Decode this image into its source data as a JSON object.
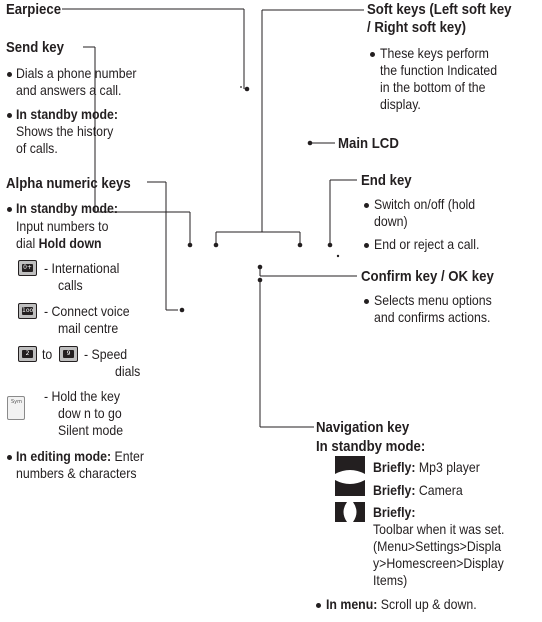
{
  "left": {
    "earpiece": "Earpiece",
    "send_title": "Send key",
    "send_b1": [
      "Dials a phone number",
      "and answers a call."
    ],
    "send_b2_label": "In standby mode:",
    "send_b2_text": [
      "Shows the history",
      "of calls."
    ],
    "alpha_title": "Alpha numeric keys",
    "alpha_b1_label": "In standby mode:",
    "alpha_b1_text": [
      "Input numbers to",
      "dial"
    ],
    "alpha_hold": "Hold down",
    "intl": [
      "- International",
      "calls"
    ],
    "voicemail": [
      "- Connect voice",
      "mail centre"
    ],
    "speed_to": "to",
    "speed": [
      "- Speed",
      "dials"
    ],
    "silent": [
      "- Hold the key",
      "dow n to go",
      "Silent mode"
    ],
    "edit_label": "In editing mode:",
    "edit_text": [
      "Enter",
      "numbers & characters"
    ],
    "key_icons": [
      "0+",
      "1oo",
      "2",
      "9",
      "Sym"
    ]
  },
  "right": {
    "soft_title": [
      "Soft keys (Left soft key",
      "/ Right soft key)"
    ],
    "soft_b1": [
      "These keys perform",
      "the function Indicated",
      "in the bottom of the",
      "display."
    ],
    "lcd_title": "Main LCD",
    "end_title": "End key",
    "end_b1": [
      "Switch on/off (hold",
      "down)"
    ],
    "end_b2": "End or reject a call.",
    "confirm_title": "Confirm key / OK key",
    "confirm_b1": [
      "Selects menu options",
      "and confirms actions."
    ],
    "nav_title": "Navigation key",
    "nav_sub": "In standby mode:",
    "briefly": "Briefly:",
    "nav_mp3": "Mp3 player",
    "nav_camera": "Camera",
    "nav_toolbar": [
      "Toolbar when it was set.",
      "(Menu>Settings>Displa",
      "y>Homescreen>Display",
      "Items)"
    ],
    "menu_label": "In menu:",
    "menu_text": "Scroll up & down."
  }
}
